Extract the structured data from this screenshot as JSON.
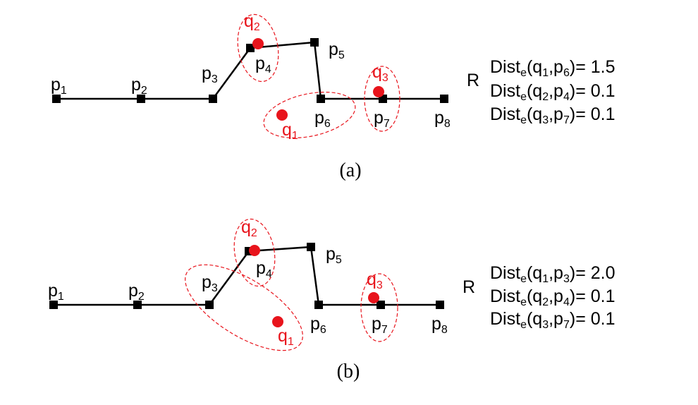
{
  "figure": {
    "panels": [
      {
        "id": "a",
        "caption": "(a)",
        "route_label": "R",
        "point_labels": [
          "p1",
          "p2",
          "p3",
          "p4",
          "p5",
          "p6",
          "p7",
          "p8"
        ],
        "query_labels": [
          "q1",
          "q2",
          "q3"
        ],
        "equations": [
          {
            "text": "Dist",
            "sub": "e",
            "args": [
              [
                "q",
                "1"
              ],
              [
                "p",
                "6"
              ]
            ],
            "value": "= 1.5"
          },
          {
            "text": "Dist",
            "sub": "e",
            "args": [
              [
                "q",
                "2"
              ],
              [
                "p",
                "4"
              ]
            ],
            "value": "= 0.1"
          },
          {
            "text": "Dist",
            "sub": "e",
            "args": [
              [
                "q",
                "3"
              ],
              [
                "p",
                "7"
              ]
            ],
            "value": "= 0.1"
          }
        ]
      },
      {
        "id": "b",
        "caption": "(b)",
        "route_label": "R",
        "point_labels": [
          "p1",
          "p2",
          "p3",
          "p4",
          "p5",
          "p6",
          "p7",
          "p8"
        ],
        "query_labels": [
          "q1",
          "q2",
          "q3"
        ],
        "equations": [
          {
            "text": "Dist",
            "sub": "e",
            "args": [
              [
                "q",
                "1"
              ],
              [
                "p",
                "3"
              ]
            ],
            "value": "= 2.0"
          },
          {
            "text": "Dist",
            "sub": "e",
            "args": [
              [
                "q",
                "2"
              ],
              [
                "p",
                "4"
              ]
            ],
            "value": "= 0.1"
          },
          {
            "text": "Dist",
            "sub": "e",
            "args": [
              [
                "q",
                "3"
              ],
              [
                "p",
                "7"
              ]
            ],
            "value": "= 0.1"
          }
        ]
      }
    ],
    "colors": {
      "route": "#000000",
      "query": "#e8141c"
    }
  }
}
